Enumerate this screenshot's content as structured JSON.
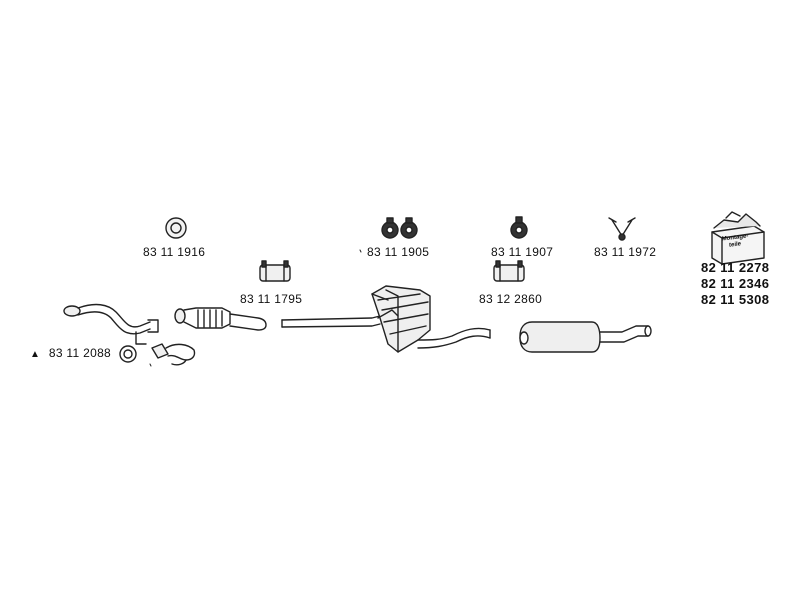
{
  "parts": {
    "ring_gasket": "83 11 1916",
    "clamp_a": "83 11 1795",
    "hangers_pair": "83 11 1905",
    "hanger_single": "83 11 1907",
    "bracket_v": "83 11 1972",
    "clamp_b": "83 12 2860",
    "flange_gasket": "83 11 2088"
  },
  "mounting_kit": {
    "box_text_line1": "Montage-",
    "box_text_line2": "teile",
    "numbers": [
      "82 11 2278",
      "82 11 2346",
      "82 11 5308"
    ]
  },
  "marker_symbol": "▲"
}
